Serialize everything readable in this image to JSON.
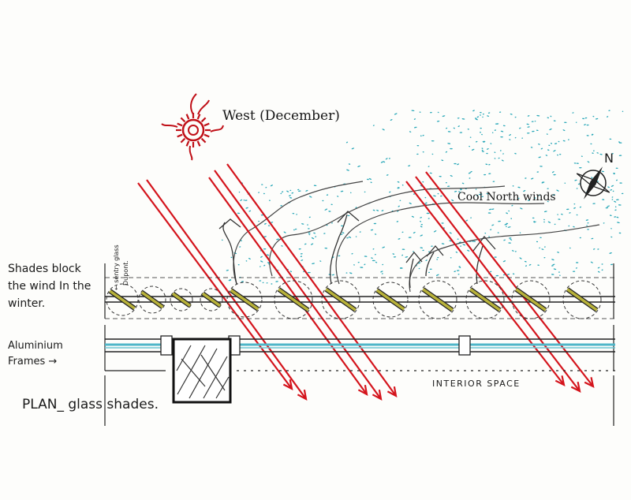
{
  "labels": {
    "sun": "West (December)",
    "wind": "Cool North winds",
    "compass": "N",
    "shades_line1": "Shades block",
    "shades_line2": "the wind In the",
    "shades_line3": "winter.",
    "glass_note_line1": "← sentry glass",
    "glass_note_line2": "Dupont.",
    "frames_line1": "Aluminium",
    "frames_line2": "Frames →",
    "interior": "INTERIOR SPACE",
    "plan": "PLAN_ glass shades."
  },
  "colors": {
    "sun_rays": "#d4141c",
    "wind_dots": "#2aa8b8",
    "glass_blades": "#b8b23a",
    "frame_glass": "#4fb6c8",
    "ink": "#1a1a1a"
  }
}
